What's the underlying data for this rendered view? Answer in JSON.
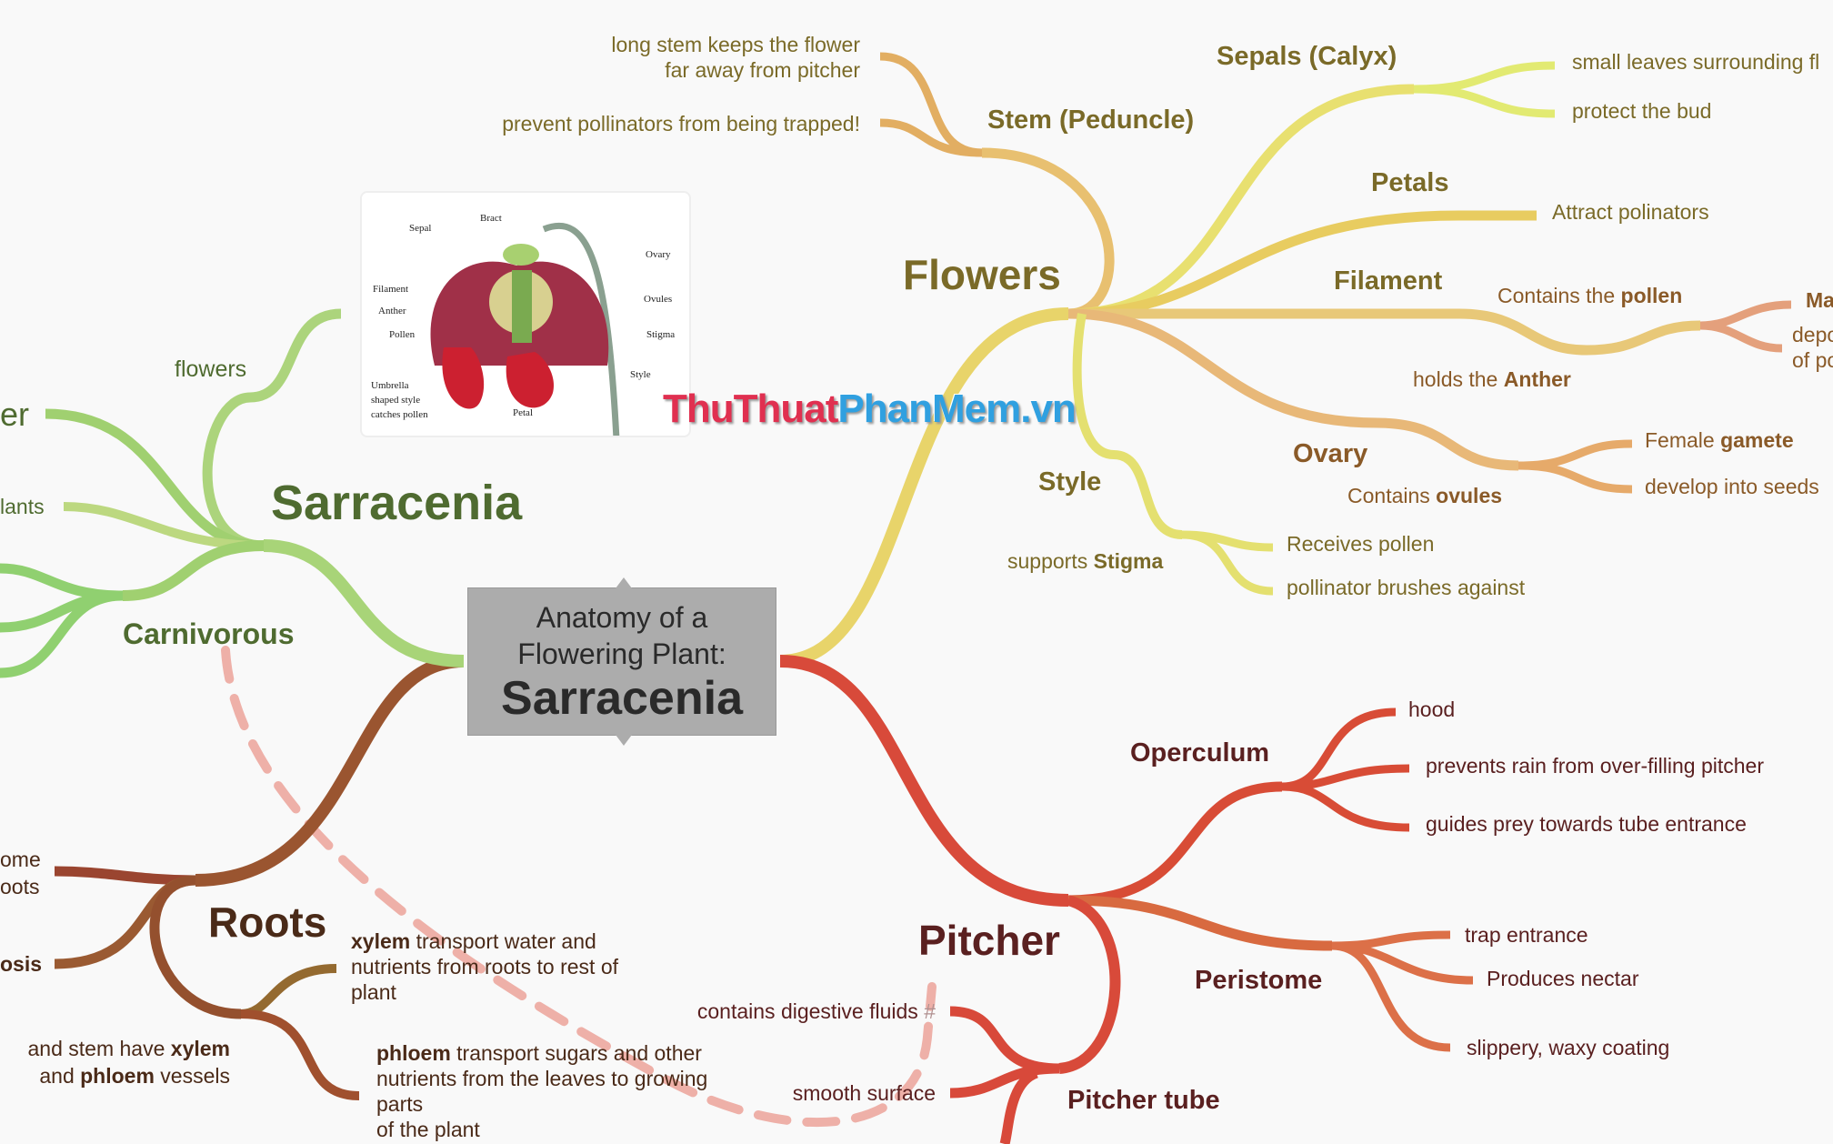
{
  "center": {
    "line1": "Anatomy of a",
    "line2": "Flowering Plant:",
    "line3": "Sarracenia"
  },
  "watermark": {
    "part1": "ThuThuat",
    "part2": "PhanMem",
    "part3": ".vn"
  },
  "image": {
    "labels": [
      "Bract",
      "Sepal",
      "Ovary",
      "Filament",
      "Ovules",
      "Anther",
      "Stigma",
      "Pollen",
      "Style",
      "Umbrella",
      "shaped style",
      "catches pollen",
      "Petal"
    ]
  },
  "flowers": {
    "title": "Flowers",
    "stem": {
      "title": "Stem (Peduncle)",
      "note1a": "long stem keeps the flower",
      "note1b": "far away from pitcher",
      "note2": "prevent pollinators from being trapped!"
    },
    "sepals": {
      "title": "Sepals (Calyx)",
      "n1": "small leaves surrounding fl",
      "n2": "protect the bud"
    },
    "petals": {
      "title": "Petals",
      "n1": "Attract polinators"
    },
    "filament": {
      "title": "Filament",
      "n1a": "Contains the ",
      "n1b": "pollen",
      "n2a": "holds the ",
      "n2b": "Anther",
      "m1": "Ma",
      "m2a": "depo",
      "m2b": "of po"
    },
    "ovary": {
      "title": "Ovary",
      "n1a": "Contains ",
      "n1b": "ovules",
      "g1a": "Female ",
      "g1b": "gamete",
      "g2": "develop into seeds"
    },
    "style": {
      "title": "Style",
      "n1a": "supports ",
      "n1b": "Stigma",
      "s1": "Receives pollen",
      "s2": "pollinator brushes against"
    }
  },
  "pitcher": {
    "title": "Pitcher",
    "operculum": {
      "title": "Operculum",
      "n1": "hood",
      "n2": "prevents rain from over-filling pitcher",
      "n3": "guides prey towards tube entrance"
    },
    "peristome": {
      "title": "Peristome",
      "n1": "trap entrance",
      "n2": "Produces nectar",
      "n3": "slippery, waxy coating"
    },
    "tube": {
      "title": "Pitcher tube",
      "n1": "contains digestive fluids",
      "n1mark": "#",
      "n2": "smooth surface"
    }
  },
  "roots": {
    "title": "Roots",
    "l1": "ome",
    "l2": "oots",
    "l3": "osis",
    "x1": "xylem",
    "x2": " transport water and",
    "x3": "nutrients from roots to rest of",
    "x4": "plant",
    "p1": "phloem",
    "p2": " transport sugars and other",
    "p3": "nutrients from the leaves to growing",
    "p4": "parts",
    "p5": "of the plant",
    "s1": "and stem have ",
    "s2": "xylem",
    "s3": "and ",
    "s4": "phloem",
    "s5": " vessels"
  },
  "sarracenia": {
    "title": "Sarracenia",
    "carn": "Carnivorous",
    "flowers": "flowers",
    "er": "er",
    "lants": "lants"
  },
  "colors": {
    "flowers": "#e8d46a",
    "pitcher": "#d84a3a",
    "roots": "#9a5530",
    "sarracenia": "#a8d478",
    "relation": "#eeb0a8"
  }
}
